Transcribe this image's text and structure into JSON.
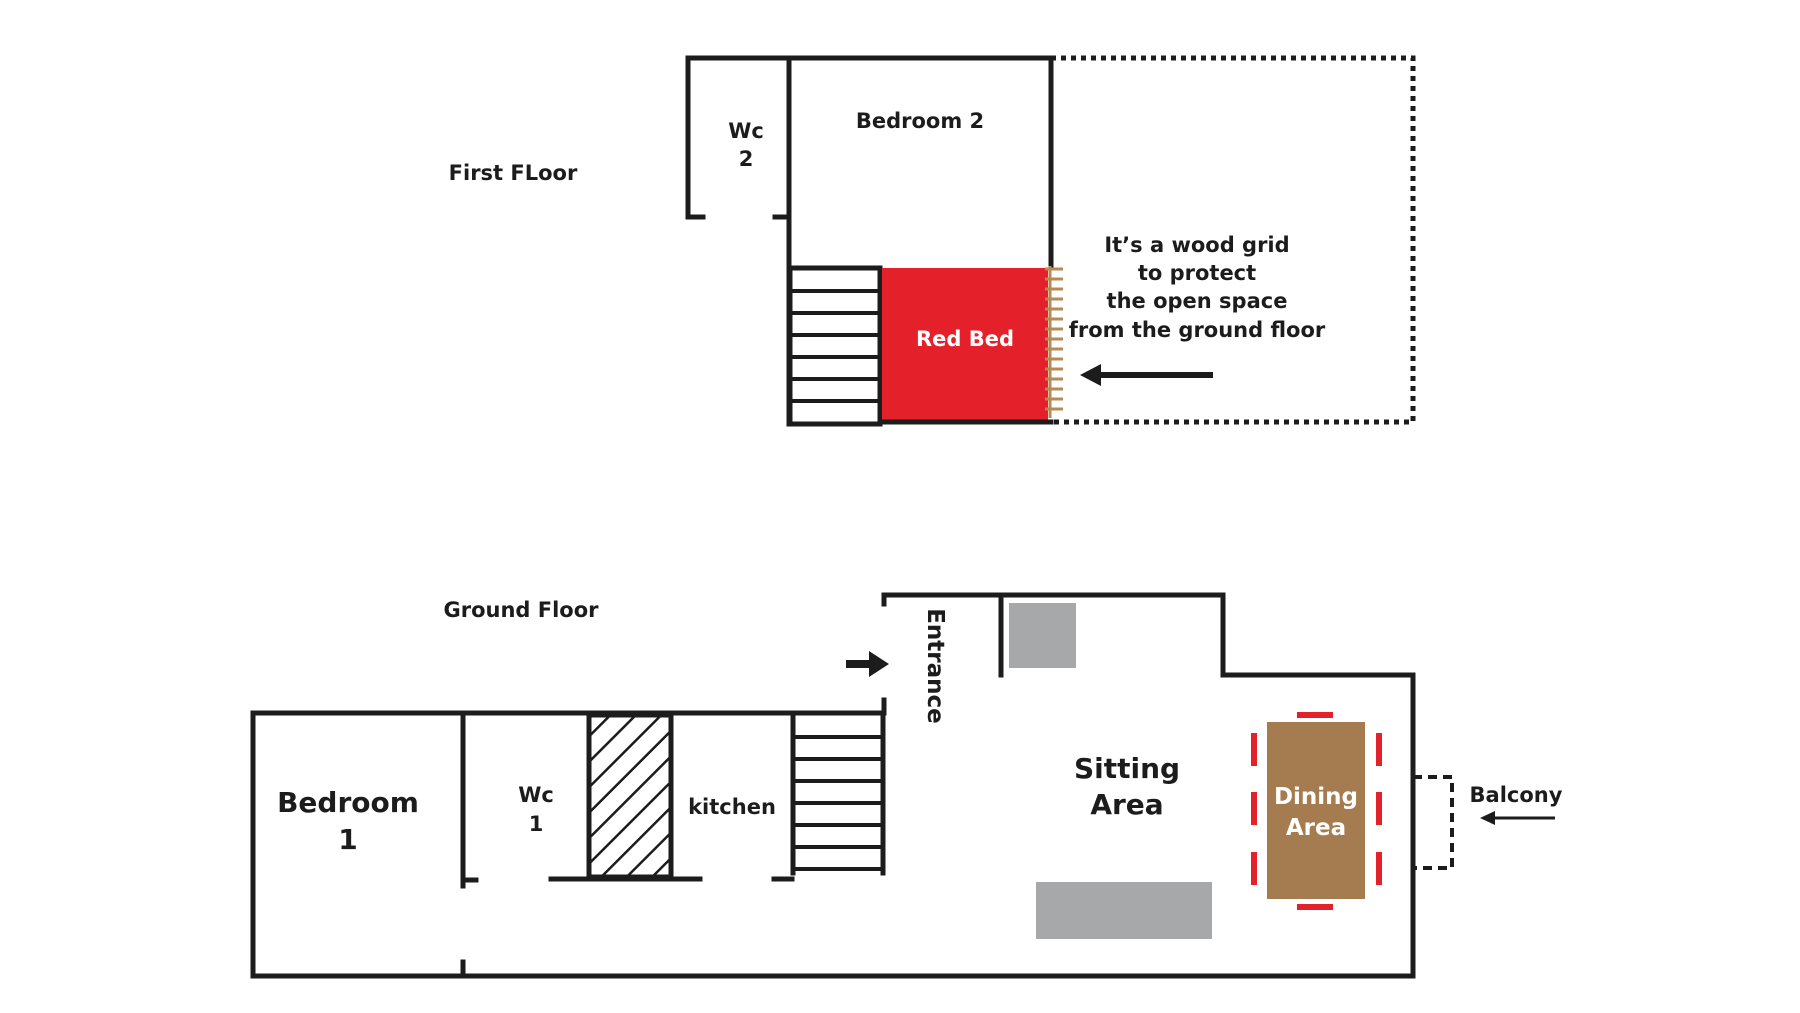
{
  "first_floor": {
    "title": "First FLoor",
    "rooms": {
      "wc2": [
        "Wc",
        "2"
      ],
      "bedroom2": "Bedroom 2",
      "red_bed": "Red Bed"
    },
    "note": [
      "It’s a wood grid",
      "to protect",
      "the open space",
      "from the ground floor"
    ]
  },
  "ground_floor": {
    "title": "Ground Floor",
    "rooms": {
      "bedroom1": [
        "Bedroom",
        "1"
      ],
      "wc1": [
        "Wc",
        "1"
      ],
      "kitchen": "kitchen",
      "entrance": "Entrance",
      "sitting": [
        "Sitting",
        "Area"
      ],
      "dining": [
        "Dining",
        "Area"
      ],
      "balcony": "Balcony"
    }
  },
  "colors": {
    "wall": "#1c1c1c",
    "red_bed": "#e4202b",
    "wood": "#a57c4f",
    "wood_grid": "#b48a55",
    "furniture_grey": "#a7a8aa",
    "chair_red": "#e4202b"
  }
}
